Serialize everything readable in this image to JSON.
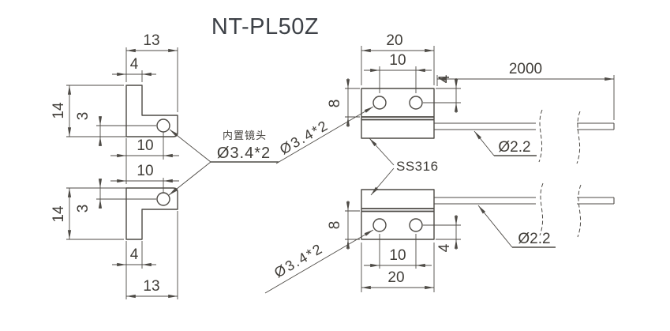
{
  "title": "NT-PL50Z",
  "colors": {
    "line": "#4d4a45",
    "text": "#403d38",
    "title": "#3d4147",
    "background": "#ffffff"
  },
  "side_view": {
    "overall_width": "13",
    "web_width": "4",
    "section_height": "14",
    "hole_to_face": "3",
    "hole_to_edge": "10"
  },
  "front_view": {
    "body_width": "20",
    "hole_pitch": "10",
    "head_height": "8",
    "hole_to_top": "4",
    "cable_length": "2000",
    "cable_dia": "Ø2.2",
    "mount_hole": "Ø3.4*2",
    "material": "SS316"
  },
  "callouts": {
    "lens_note": "内置镜头",
    "lens_spec": "Ø3.4*2"
  }
}
